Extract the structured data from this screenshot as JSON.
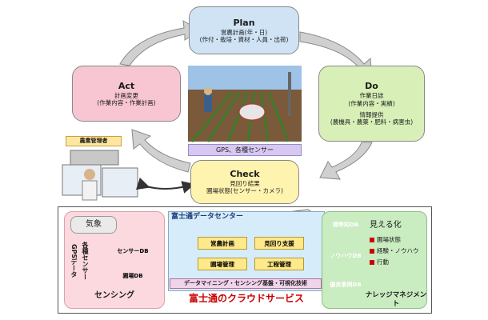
{
  "cycle": {
    "plan": {
      "title": "Plan",
      "lines": [
        "営農計画(年・日)",
        "(作付・栽培・資材・人員・出荷)"
      ]
    },
    "do": {
      "title": "Do",
      "lines": [
        "作業日誌",
        "(作業内容・実績)",
        "情報提供",
        "(農機具・農薬・肥料・病害虫)"
      ]
    },
    "check": {
      "title": "Check",
      "lines": [
        "見回り結果",
        "圃場状態(センサー・カメラ)"
      ]
    },
    "act": {
      "title": "Act",
      "lines": [
        "計画変更",
        "(作業内容・作業計画)"
      ]
    }
  },
  "photo_caption": "GPS、各種センサー",
  "farm_manager_label": "農業管理者",
  "cloud": {
    "title": "富士通のクラウドサービス",
    "datacenter_title": "富士通データセンター",
    "modules": [
      "営農計画",
      "見回り支援",
      "圃場管理",
      "工程管理"
    ],
    "tech_bar": "データマイニング・センシング基盤・可視化技術"
  },
  "sensing": {
    "label": "センシング",
    "weather": "気象",
    "sensors_vertical": "各種センサー",
    "gps_vertical": "GPSデータ",
    "dbs": [
      "センサーDB",
      "圃場DB"
    ]
  },
  "knowledge": {
    "label": "ナレッジマネジメント",
    "dbs": [
      "標準知DB",
      "ノウハウDB",
      "優良事例DB"
    ],
    "visualization_title": "見える化",
    "visualization_items": [
      "圃場状態",
      "経験・ノウハウ",
      "行動"
    ]
  },
  "colors": {
    "plan": "#cfe3f5",
    "do": "#d8f0b8",
    "check": "#fff3b0",
    "act": "#f8c6d2",
    "cloud_border": "#555555",
    "sensing": "#fbd9df",
    "knowledge": "#c9ecc0",
    "datacenter": "#d6ecfa",
    "cloud_title": "#cc0000",
    "db": "#7a7a7a",
    "bullet": "#cc0000"
  }
}
